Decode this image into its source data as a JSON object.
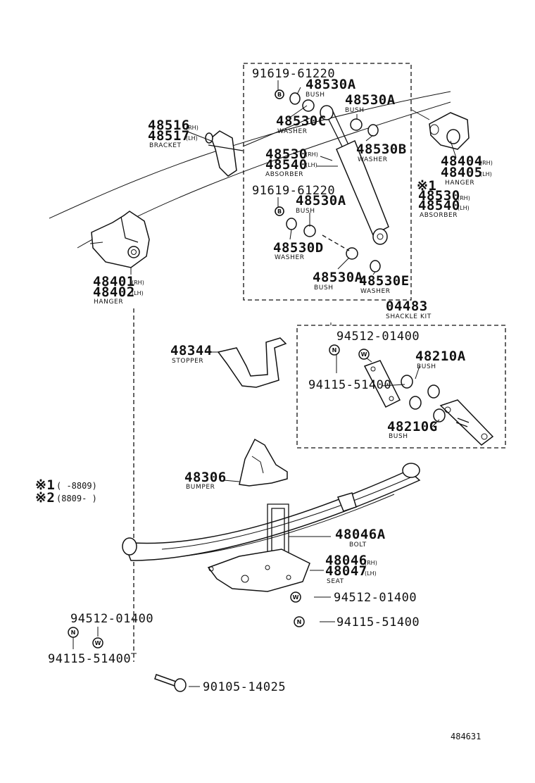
{
  "top_group": {
    "clip_b_1": "91619-61220",
    "bush_a_1": "48530A",
    "bush_1": "BUSH",
    "bush_a_2": "48530A",
    "bush_2": "BUSH",
    "washer_c": "48530C",
    "washer_1": "WASHER",
    "absorber_rh": "48530",
    "absorber_lh": "48540",
    "absorber_1": "ABSORBER",
    "washer_b": "48530B",
    "washer_2": "WASHER",
    "clip_b_2": "91619-61220",
    "bush_a_3": "48530A",
    "bush_3": "BUSH",
    "washer_d": "48530D",
    "washer_3": "WASHER",
    "bush_a_4": "48530A",
    "bush_4": "BUSH",
    "washer_e": "48530E",
    "washer_4": "WASHER"
  },
  "bracket": {
    "rh": "48516",
    "lh": "48517",
    "rh_suf": "(RH)",
    "lh_suf": "(LH)",
    "name": "BRACKET"
  },
  "front_hanger": {
    "rh": "48401",
    "lh": "48402",
    "rh_suf": "(RH)",
    "lh_suf": "(LH)",
    "name": "HANGER"
  },
  "rear_hanger": {
    "rh": "48404",
    "lh": "48405",
    "rh_suf": "(RH)",
    "lh_suf": "(LH)",
    "name": "HANGER"
  },
  "note_absorber": {
    "mark": "※1",
    "rh": "48530",
    "lh": "48540",
    "rh_suf": "(RH)",
    "lh_suf": "(LH)",
    "name": "ABSORBER"
  },
  "shackle_kit": {
    "number": "04483",
    "name": "SHACKLE KIT",
    "washer_no": "94512-01400",
    "nut_no": "94115-51400",
    "bush_a": "48210A",
    "bush_a_name": "BUSH",
    "bush_g": "48210G",
    "bush_g_name": "BUSH"
  },
  "stopper": {
    "number": "48344",
    "name": "STOPPER"
  },
  "bumper": {
    "number": "48306",
    "name": "BUMPER"
  },
  "notes": {
    "mark1": "※1",
    "range1": "(       -8809)",
    "mark2": "※2",
    "range2": "(8809-         )"
  },
  "u_bolt": {
    "number": "48046A",
    "name": "BOLT"
  },
  "spring_seat": {
    "rh": "48046",
    "lh": "48047",
    "rh_suf": "(RH)",
    "lh_suf": "(LH)",
    "name": "SEAT"
  },
  "seat_washer": "94512-01400",
  "seat_nut": "94115-51400",
  "left_hardware": {
    "washer": "94512-01400",
    "nut": "94115-51400"
  },
  "bolt": "90105-14025",
  "circle_letters": {
    "b": "B",
    "w": "W",
    "n": "N"
  },
  "ref_number": "484631"
}
